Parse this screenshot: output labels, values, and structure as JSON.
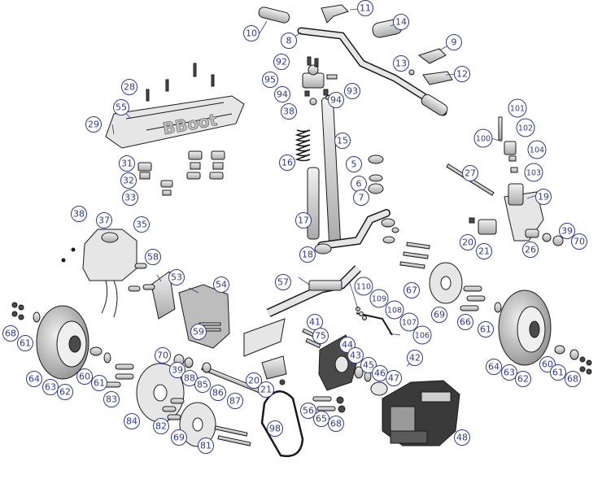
{
  "colors": {
    "part_fill": "#d9d9d9",
    "part_dark": "#4a4a4a",
    "outline": "#1a1a1a",
    "callout_ring": "#2d3a8c",
    "callout_fill": "#ffffff",
    "callout_text": "#2d3a8c"
  },
  "deck_lettering": "BBoot",
  "callouts": [
    {
      "id": "c10",
      "label": "10"
    },
    {
      "id": "c11",
      "label": "11"
    },
    {
      "id": "c14",
      "label": "14"
    },
    {
      "id": "c8",
      "label": "8"
    },
    {
      "id": "c9",
      "label": "9"
    },
    {
      "id": "c13",
      "label": "13"
    },
    {
      "id": "c12",
      "label": "12"
    },
    {
      "id": "c92",
      "label": "92"
    },
    {
      "id": "c95",
      "label": "95"
    },
    {
      "id": "c93",
      "label": "93"
    },
    {
      "id": "c94a",
      "label": "94"
    },
    {
      "id": "c94b",
      "label": "94"
    },
    {
      "id": "c38a",
      "label": "38"
    },
    {
      "id": "c28",
      "label": "28"
    },
    {
      "id": "c55",
      "label": "55"
    },
    {
      "id": "c29",
      "label": "29"
    },
    {
      "id": "c31",
      "label": "31"
    },
    {
      "id": "c32",
      "label": "32"
    },
    {
      "id": "c33",
      "label": "33"
    },
    {
      "id": "c15",
      "label": "15"
    },
    {
      "id": "c16",
      "label": "16"
    },
    {
      "id": "c17",
      "label": "17"
    },
    {
      "id": "c18",
      "label": "18"
    },
    {
      "id": "c5",
      "label": "5"
    },
    {
      "id": "c6",
      "label": "6"
    },
    {
      "id": "c7",
      "label": "7"
    },
    {
      "id": "c101",
      "label": "101"
    },
    {
      "id": "c100",
      "label": "100"
    },
    {
      "id": "c102",
      "label": "102"
    },
    {
      "id": "c104",
      "label": "104"
    },
    {
      "id": "c103",
      "label": "103"
    },
    {
      "id": "c27",
      "label": "27"
    },
    {
      "id": "c19",
      "label": "19"
    },
    {
      "id": "c20a",
      "label": "20"
    },
    {
      "id": "c21a",
      "label": "21"
    },
    {
      "id": "c26",
      "label": "26"
    },
    {
      "id": "c39a",
      "label": "39"
    },
    {
      "id": "c70a",
      "label": "70"
    },
    {
      "id": "c38b",
      "label": "38"
    },
    {
      "id": "c37",
      "label": "37"
    },
    {
      "id": "c35",
      "label": "35"
    },
    {
      "id": "c58",
      "label": "58"
    },
    {
      "id": "c53",
      "label": "53"
    },
    {
      "id": "c54",
      "label": "54"
    },
    {
      "id": "c57",
      "label": "57"
    },
    {
      "id": "c110",
      "label": "110"
    },
    {
      "id": "c109",
      "label": "109"
    },
    {
      "id": "c108",
      "label": "108"
    },
    {
      "id": "c107",
      "label": "107"
    },
    {
      "id": "c106",
      "label": "106"
    },
    {
      "id": "c67",
      "label": "67"
    },
    {
      "id": "c69a",
      "label": "69"
    },
    {
      "id": "c66",
      "label": "66"
    },
    {
      "id": "c61a",
      "label": "61"
    },
    {
      "id": "c64a",
      "label": "64"
    },
    {
      "id": "c63a",
      "label": "63"
    },
    {
      "id": "c62a",
      "label": "62"
    },
    {
      "id": "c60a",
      "label": "60"
    },
    {
      "id": "c61b",
      "label": "61"
    },
    {
      "id": "c68a",
      "label": "68"
    },
    {
      "id": "c68b",
      "label": "68"
    },
    {
      "id": "c61c",
      "label": "61"
    },
    {
      "id": "c64b",
      "label": "64"
    },
    {
      "id": "c63b",
      "label": "63"
    },
    {
      "id": "c62b",
      "label": "62"
    },
    {
      "id": "c60b",
      "label": "60"
    },
    {
      "id": "c61d",
      "label": "61"
    },
    {
      "id": "c83",
      "label": "83"
    },
    {
      "id": "c59",
      "label": "59"
    },
    {
      "id": "c70b",
      "label": "70"
    },
    {
      "id": "c39b",
      "label": "39"
    },
    {
      "id": "c88",
      "label": "88"
    },
    {
      "id": "c85",
      "label": "85"
    },
    {
      "id": "c86",
      "label": "86"
    },
    {
      "id": "c87",
      "label": "87"
    },
    {
      "id": "c41",
      "label": "41"
    },
    {
      "id": "c75",
      "label": "75"
    },
    {
      "id": "c20b",
      "label": "20"
    },
    {
      "id": "c21b",
      "label": "21"
    },
    {
      "id": "c44",
      "label": "44"
    },
    {
      "id": "c43",
      "label": "43"
    },
    {
      "id": "c45",
      "label": "45"
    },
    {
      "id": "c42",
      "label": "42"
    },
    {
      "id": "c46",
      "label": "46"
    },
    {
      "id": "c47",
      "label": "47"
    },
    {
      "id": "c84",
      "label": "84"
    },
    {
      "id": "c82",
      "label": "82"
    },
    {
      "id": "c69b",
      "label": "69"
    },
    {
      "id": "c81",
      "label": "81"
    },
    {
      "id": "c98",
      "label": "98"
    },
    {
      "id": "c56",
      "label": "56"
    },
    {
      "id": "c65",
      "label": "65"
    },
    {
      "id": "c68c",
      "label": "68"
    },
    {
      "id": "c48",
      "label": "48"
    }
  ]
}
